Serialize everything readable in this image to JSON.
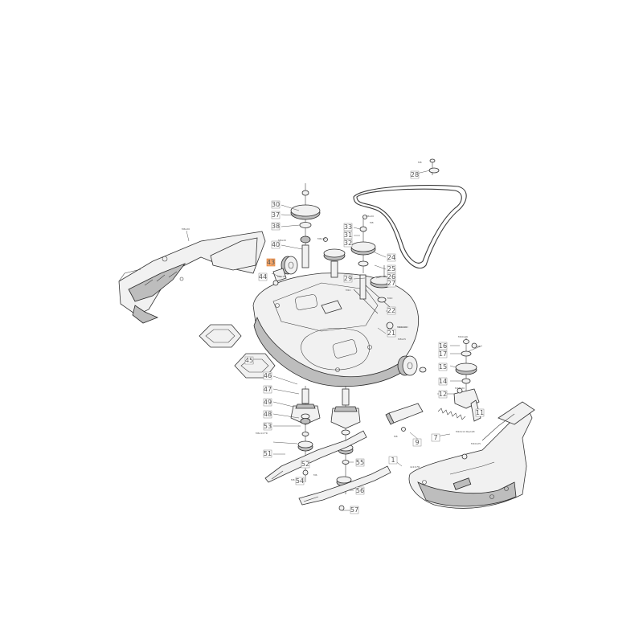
{
  "diagram": {
    "highlight_color": "#F4A460",
    "callouts": [
      {
        "id": "c28",
        "label": "28"
      },
      {
        "id": "c30",
        "label": "30"
      },
      {
        "id": "c37",
        "label": "37"
      },
      {
        "id": "c38",
        "label": "38"
      },
      {
        "id": "c40",
        "label": "40"
      },
      {
        "id": "c33",
        "label": "33"
      },
      {
        "id": "c31",
        "label": "31"
      },
      {
        "id": "c32",
        "label": "32"
      },
      {
        "id": "c24",
        "label": "24"
      },
      {
        "id": "c25",
        "label": "25"
      },
      {
        "id": "c26",
        "label": "26"
      },
      {
        "id": "c27",
        "label": "27"
      },
      {
        "id": "c22",
        "label": "22"
      },
      {
        "id": "c21",
        "label": "21"
      },
      {
        "id": "c29",
        "label": "29"
      },
      {
        "id": "c43",
        "label": "43"
      },
      {
        "id": "c44",
        "label": "44"
      },
      {
        "id": "c16",
        "label": "16"
      },
      {
        "id": "c17",
        "label": "17"
      },
      {
        "id": "c15",
        "label": "15"
      },
      {
        "id": "c14",
        "label": "14"
      },
      {
        "id": "c12",
        "label": "12"
      },
      {
        "id": "c11",
        "label": "11"
      },
      {
        "id": "c9",
        "label": "9"
      },
      {
        "id": "c7",
        "label": "7"
      },
      {
        "id": "c1",
        "label": "1"
      },
      {
        "id": "c45",
        "label": "45"
      },
      {
        "id": "c46",
        "label": "46"
      },
      {
        "id": "c47",
        "label": "47"
      },
      {
        "id": "c49",
        "label": "49"
      },
      {
        "id": "c48",
        "label": "48"
      },
      {
        "id": "c53",
        "label": "53"
      },
      {
        "id": "c51",
        "label": "51"
      },
      {
        "id": "c52",
        "label": "52"
      },
      {
        "id": "c55",
        "label": "55"
      },
      {
        "id": "c54",
        "label": "54"
      },
      {
        "id": "c56",
        "label": "56"
      },
      {
        "id": "c57",
        "label": "57"
      }
    ]
  }
}
